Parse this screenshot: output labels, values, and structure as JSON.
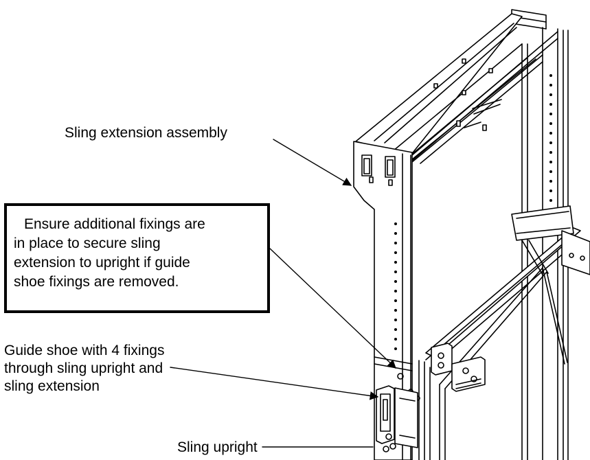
{
  "labels": {
    "sling_extension_assembly": "Sling extension assembly",
    "warning": {
      "line1": "Ensure additional fixings are",
      "line2": "in place to secure sling",
      "line3": "extension to upright if guide",
      "line4": "shoe fixings are removed."
    },
    "guide_shoe": {
      "line1": "Guide shoe with 4 fixings",
      "line2": "through sling upright and",
      "line3": "sling extension"
    },
    "sling_upright": "Sling upright"
  },
  "colors": {
    "ink": "#000000",
    "paper": "#ffffff"
  }
}
